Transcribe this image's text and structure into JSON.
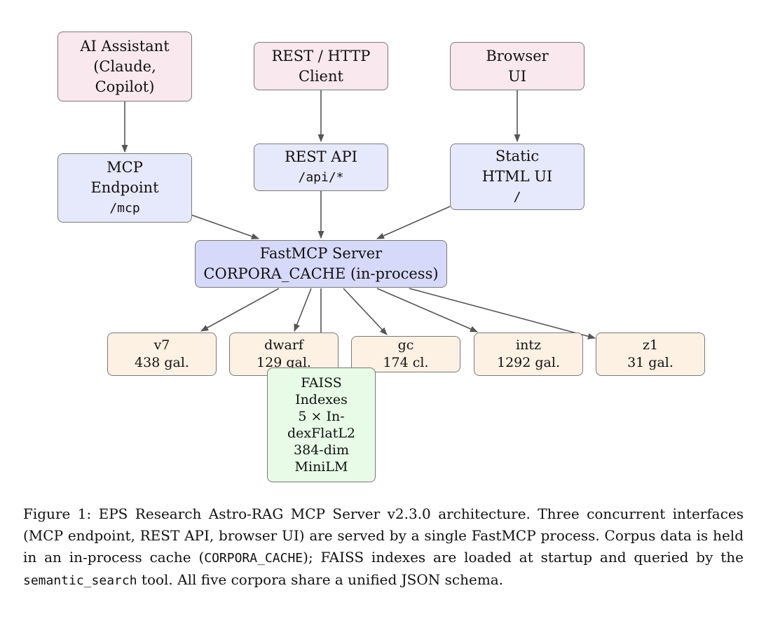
{
  "nodes": {
    "ai_assistant": [
      "AI Assistant",
      "(Claude,",
      "Copilot)"
    ],
    "rest_client": [
      "REST / HTTP",
      "Client"
    ],
    "browser_ui": [
      "Browser",
      "UI"
    ],
    "mcp_endpoint": {
      "lines": [
        "MCP",
        "Endpoint"
      ],
      "path": "/mcp"
    },
    "rest_api": {
      "lines": [
        "REST API"
      ],
      "path": "/api/*"
    },
    "static_ui": {
      "lines": [
        "Static",
        "HTML UI"
      ],
      "path": "/"
    },
    "server": [
      "FastMCP Server",
      "CORPORA_CACHE (in-process)"
    ],
    "corpora": [
      {
        "name": "v7",
        "count": "438 gal."
      },
      {
        "name": "dwarf",
        "count": "129 gal."
      },
      {
        "name": "gc",
        "count": "174 cl."
      },
      {
        "name": "intz",
        "count": "1292 gal."
      },
      {
        "name": "z1",
        "count": "31 gal."
      }
    ],
    "faiss": [
      "FAISS",
      "Indexes",
      "5 × In-",
      "dexFlatL2",
      "384-dim",
      "MiniLM"
    ]
  },
  "caption": {
    "prefix": "Figure 1:  EPS Research Astro-RAG MCP Server v2.3.0 architecture.  Three concurrent interfaces (MCP endpoint, REST API, browser UI) are served by a single FastMCP process. Corpus data is held in an in-process cache (",
    "code1": "CORPORA_CACHE",
    "middle": "); FAISS indexes are loaded at startup and queried by the ",
    "code2": "semantic_search",
    "suffix": " tool.  All five corpora share a unified JSON schema."
  }
}
